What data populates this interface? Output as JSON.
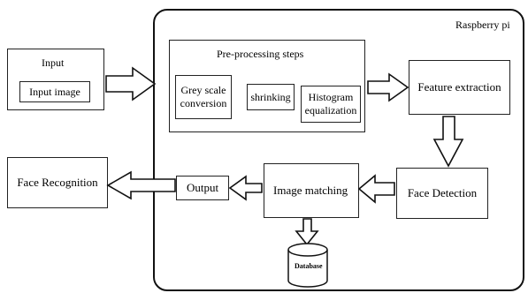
{
  "container": {
    "label": "Raspberry pi"
  },
  "input_block": {
    "title": "Input",
    "image_label": "Input image"
  },
  "preprocessing": {
    "title": "Pre-processing steps",
    "steps": [
      "Grey scale\nconversion",
      "shrinking",
      "Histogram\nequalization"
    ]
  },
  "feature_extraction": {
    "label": "Feature extraction"
  },
  "face_detection": {
    "label": "Face Detection"
  },
  "image_matching": {
    "label": "Image matching"
  },
  "output": {
    "label": "Output"
  },
  "face_recognition": {
    "label": "Face Recognition"
  },
  "database": {
    "label": "Database"
  }
}
